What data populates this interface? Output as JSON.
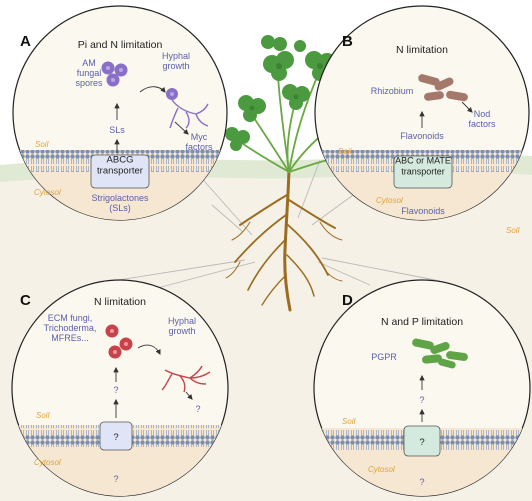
{
  "panels": {
    "A": {
      "letter": "A",
      "title": "Pi and N limitation",
      "spores": "AM\nfungal\nspores",
      "hyphal": "Hyphal\ngrowth",
      "signal": "SLs",
      "factors": "Myc\nfactors",
      "soil": "Soil",
      "transporter": "ABCG\ntransporter",
      "cytosol": "Cytosol",
      "compound": "Strigolactones\n(SLs)"
    },
    "B": {
      "letter": "B",
      "title": "N limitation",
      "microbe": "Rhizobium",
      "factors": "Nod\nfactors",
      "signal": "Flavonoids",
      "soil": "Soil",
      "transporter": "ABC or MATE\ntransporter",
      "cytosol": "Cytosol",
      "compound": "Flavonoids"
    },
    "C": {
      "letter": "C",
      "title": "N limitation",
      "microbes": "ECM fungi,\nTrichoderma,\nMFREs...",
      "hyphal": "Hyphal\ngrowth",
      "q_signal": "?",
      "q_factor": "?",
      "soil": "Soil",
      "transporter": "?",
      "cytosol": "Cytosol",
      "compound": "?"
    },
    "D": {
      "letter": "D",
      "title": "N and P limitation",
      "microbe": "PGPR",
      "q_signal": "?",
      "soil": "Soil",
      "transporter": "?",
      "cytosol": "Cytosol",
      "compound": "?"
    }
  },
  "ground_label": "Soil",
  "colors": {
    "text_blue": "#5a5fa8",
    "soil_orange": "#e0a23a",
    "spore_purple": "#8a6fc7",
    "red_spore": "#c8424a",
    "rhizobium": "#a5786c",
    "pgpr": "#5fa447",
    "leaf_green": "#4c9a3f",
    "root_brown": "#9b6b1f"
  }
}
